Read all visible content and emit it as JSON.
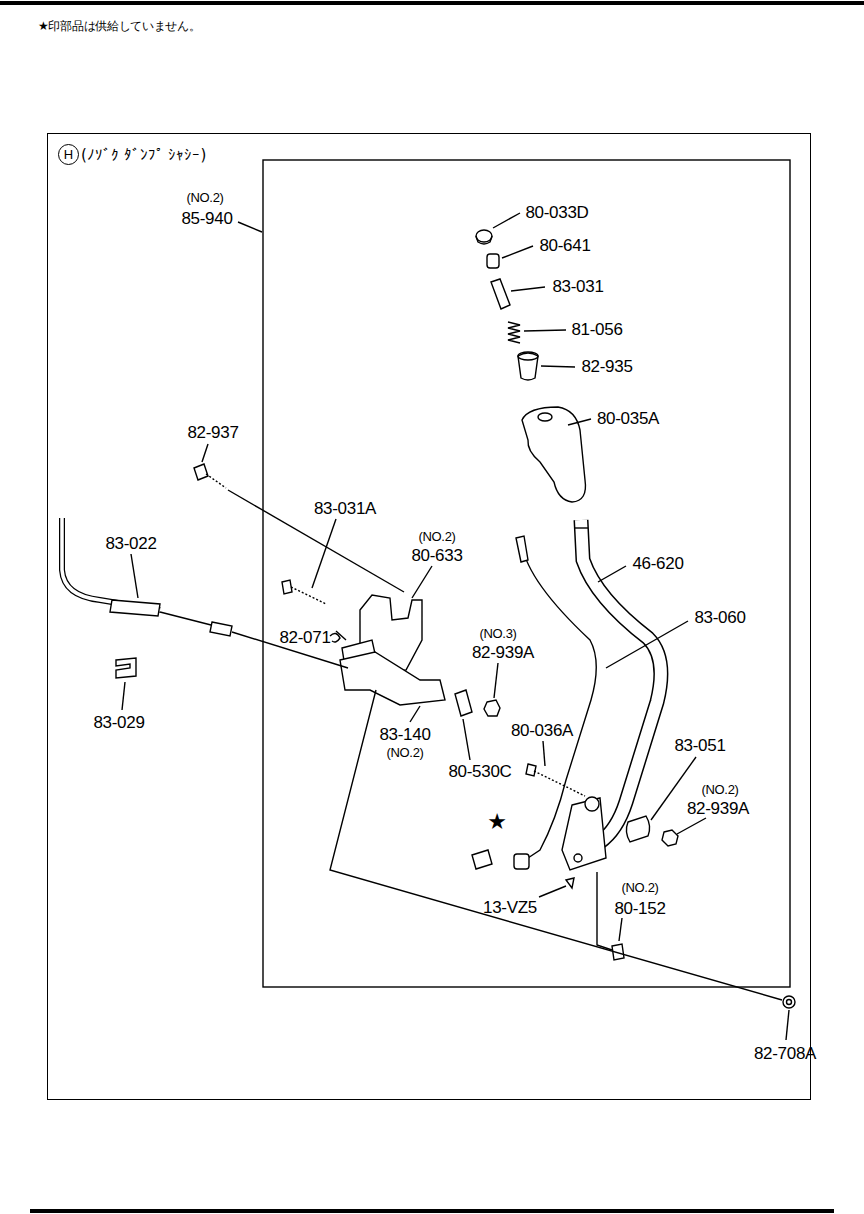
{
  "diagram": {
    "nodes": [
      {
        "text": [
          "H",
          "(ﾉｿﾞｸ ﾀﾞﾝﾌﾟ ｼｬｼｰ)"
        ]
      }
    ],
    "labels": [
      "★印部品は供給していません。",
      "(NO.2)",
      "85-940",
      "80-033D",
      "80-641",
      "83-031",
      "81-056",
      "82-935",
      "80-035A",
      "82-937",
      "83-031A",
      "(NO.2)",
      "80-633",
      "83-022",
      "46-620",
      "83-060",
      "82-071",
      "(NO.3)",
      "82-939A",
      "83-029",
      "80-036A",
      "83-140",
      "83-051",
      "(NO.2)",
      "80-530C",
      "(NO.2)",
      "82-939A",
      "★",
      "(NO.2)",
      "13-VZ5",
      "80-152",
      "82-708A"
    ]
  }
}
